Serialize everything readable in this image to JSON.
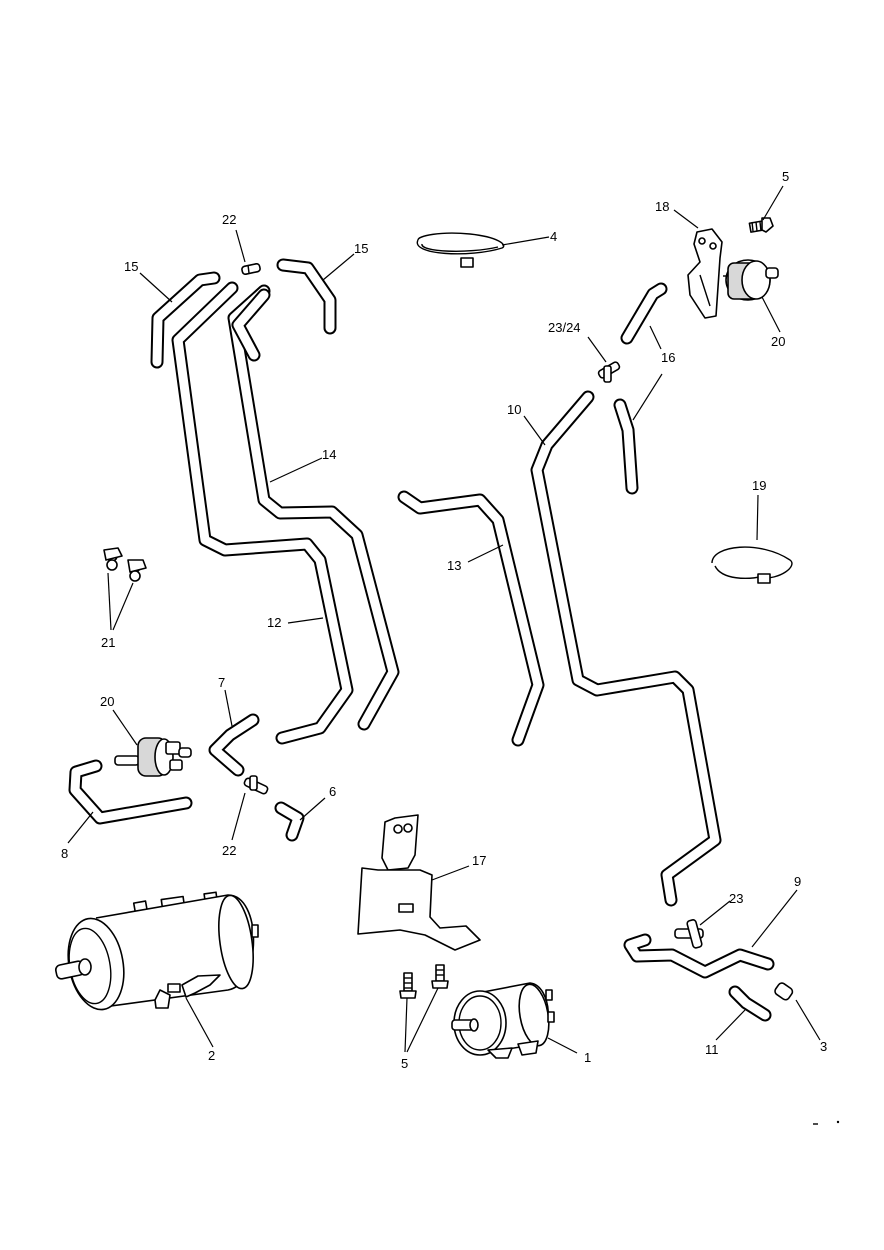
{
  "callouts": [
    {
      "id": "c1",
      "text": "1"
    },
    {
      "id": "c2",
      "text": "2"
    },
    {
      "id": "c3",
      "text": "3"
    },
    {
      "id": "c4",
      "text": "4"
    },
    {
      "id": "c5a",
      "text": "5"
    },
    {
      "id": "c5b",
      "text": "5"
    },
    {
      "id": "c6",
      "text": "6"
    },
    {
      "id": "c7",
      "text": "7"
    },
    {
      "id": "c8",
      "text": "8"
    },
    {
      "id": "c9",
      "text": "9"
    },
    {
      "id": "c10",
      "text": "10"
    },
    {
      "id": "c11",
      "text": "11"
    },
    {
      "id": "c12",
      "text": "12"
    },
    {
      "id": "c13",
      "text": "13"
    },
    {
      "id": "c14",
      "text": "14"
    },
    {
      "id": "c15a",
      "text": "15"
    },
    {
      "id": "c15b",
      "text": "15"
    },
    {
      "id": "c16",
      "text": "16"
    },
    {
      "id": "c17",
      "text": "17"
    },
    {
      "id": "c18",
      "text": "18"
    },
    {
      "id": "c19",
      "text": "19"
    },
    {
      "id": "c20a",
      "text": "20"
    },
    {
      "id": "c20b",
      "text": "20"
    },
    {
      "id": "c21",
      "text": "21"
    },
    {
      "id": "c22a",
      "text": "22"
    },
    {
      "id": "c22b",
      "text": "22"
    },
    {
      "id": "c23",
      "text": "23"
    },
    {
      "id": "c2324",
      "text": "23/24"
    }
  ]
}
